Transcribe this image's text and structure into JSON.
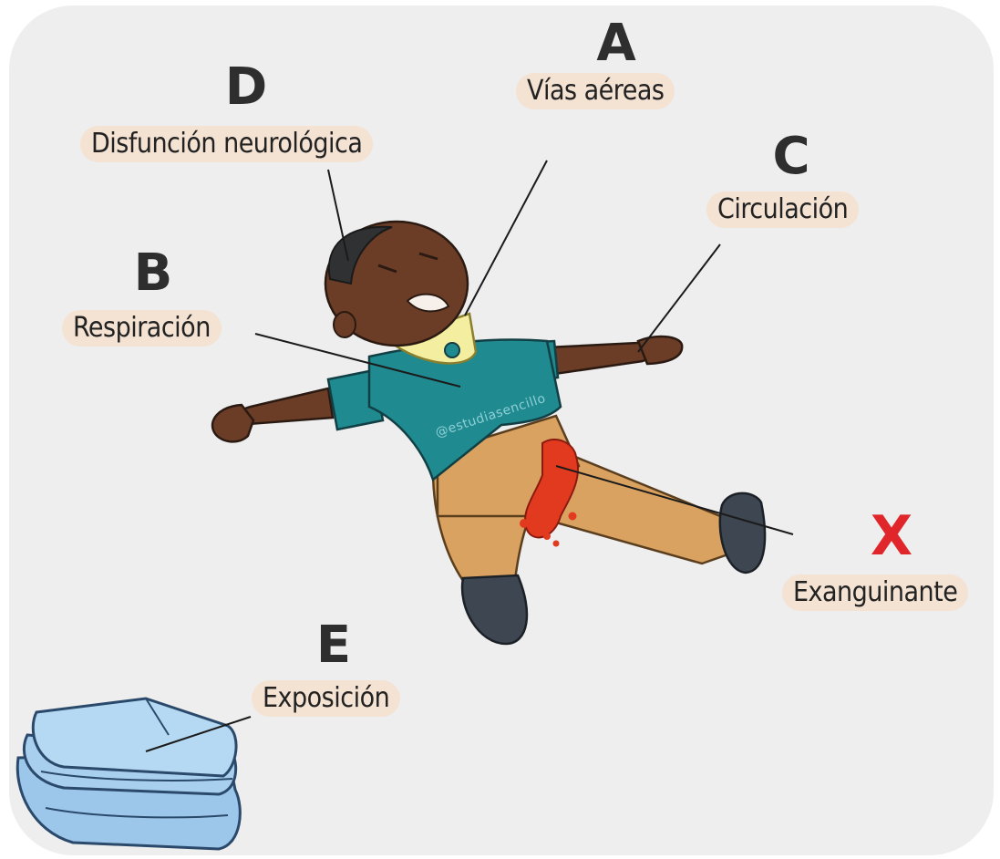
{
  "steps": {
    "a": {
      "letter": "A",
      "label": "Vías aéreas"
    },
    "b": {
      "letter": "B",
      "label": "Respiración"
    },
    "c": {
      "letter": "C",
      "label": "Circulación"
    },
    "d": {
      "letter": "D",
      "label": "Disfunción neurológica"
    },
    "e": {
      "letter": "E",
      "label": "Exposición"
    },
    "x": {
      "letter": "X",
      "label": "Exanguinante"
    }
  },
  "watermark": "@estudiasencillo",
  "colors": {
    "background": "#eeeeee",
    "label_pill": "#f4e2d2",
    "letter": "#2e2e2e",
    "x_letter": "#e0262a",
    "shirt": "#1f8a8f",
    "pants": "#d9a261",
    "skin": "#6b3d26",
    "collar": "#f3eea0",
    "blood": "#e23a1f",
    "blanket": "#a9cfee"
  }
}
